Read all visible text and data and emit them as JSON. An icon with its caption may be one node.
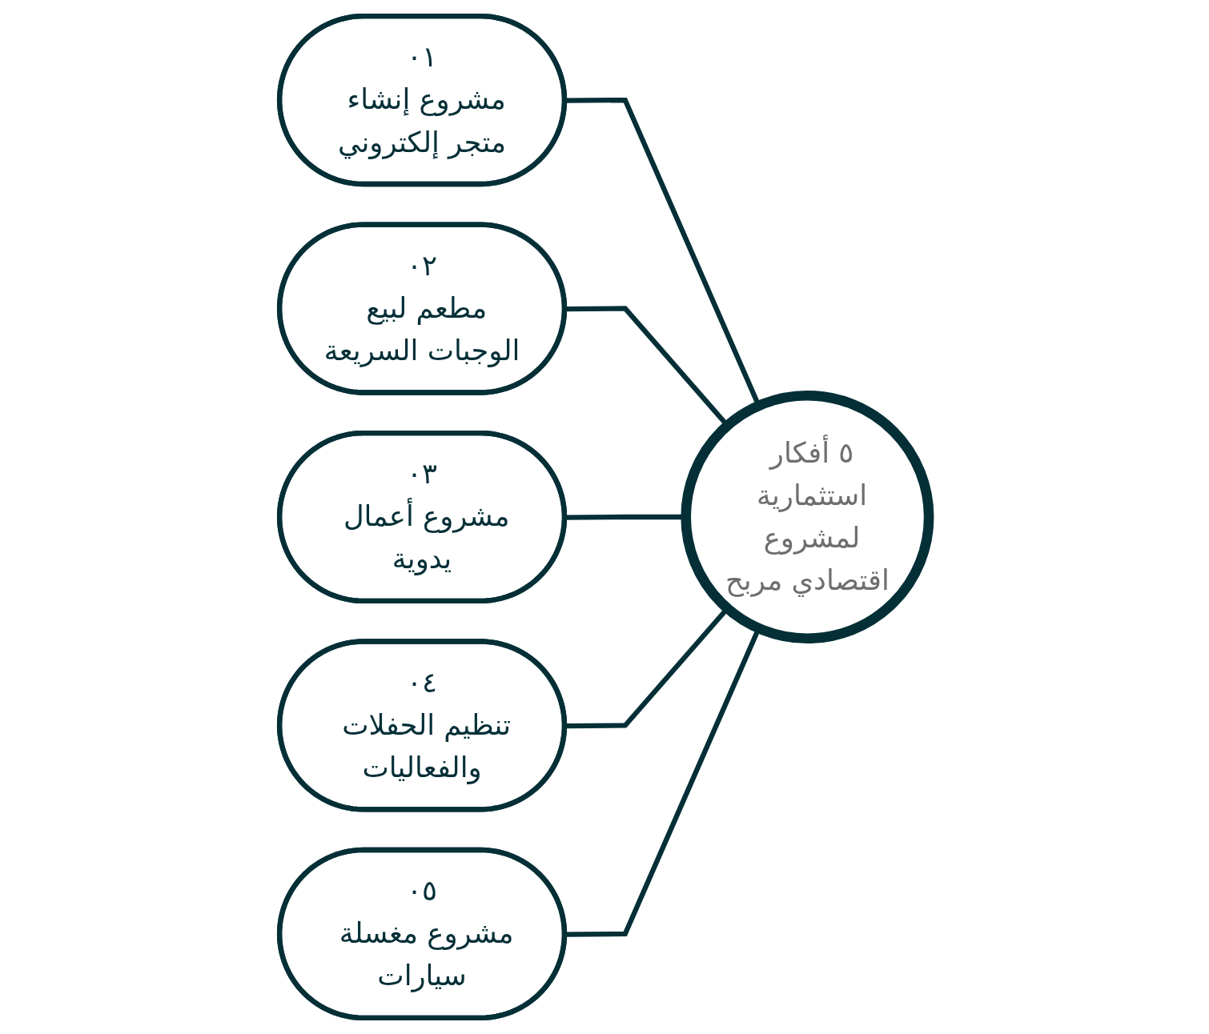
{
  "diagram": {
    "nodes": [
      {
        "text": [
          "٥ أفكار استثمارية لمشروع اقتصادي مربح"
        ]
      },
      {
        "text": [
          "٠١",
          "مشروع إنشاء متجر إلكتروني"
        ]
      },
      {
        "text": [
          "٠٢",
          "مطعم لبيع الوجبات السريعة"
        ]
      },
      {
        "text": [
          "٠٣",
          "مشروع أعمال يدوية"
        ]
      },
      {
        "text": [
          "٠٤",
          "تنظيم الحفلات والفعاليات"
        ]
      },
      {
        "text": [
          "٠٥",
          "مشروع مغسلة سيارات"
        ]
      }
    ],
    "edges": [
      {
        "from": 0,
        "to": 1,
        "arrow": "none"
      },
      {
        "from": 0,
        "to": 2,
        "arrow": "none"
      },
      {
        "from": 0,
        "to": 3,
        "arrow": "none"
      },
      {
        "from": 0,
        "to": 4,
        "arrow": "none"
      },
      {
        "from": 0,
        "to": 5,
        "arrow": "none"
      }
    ]
  }
}
